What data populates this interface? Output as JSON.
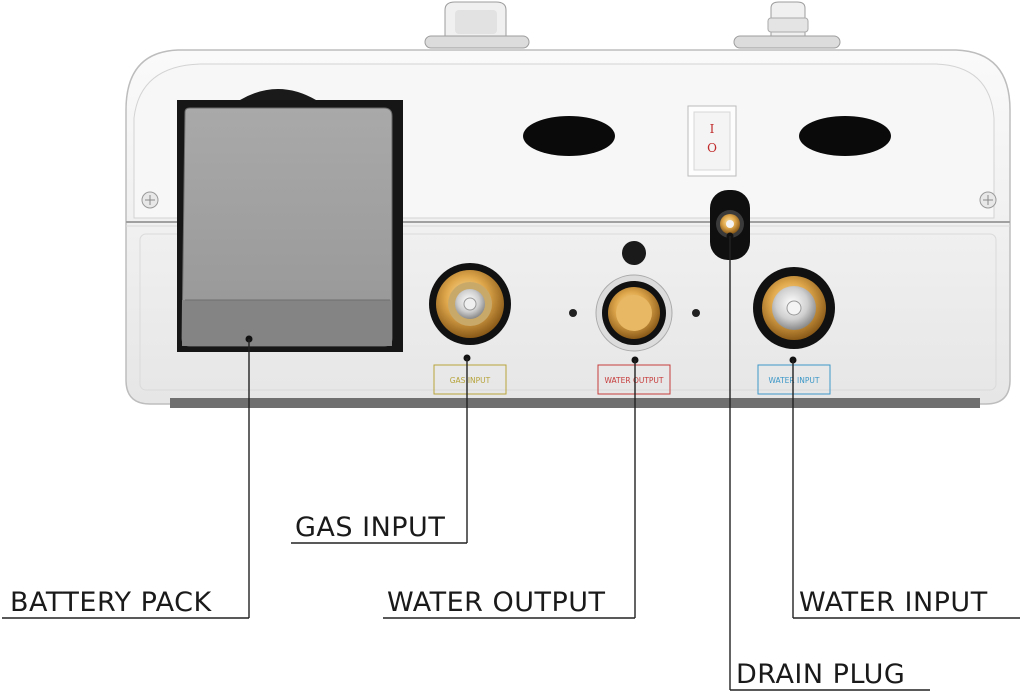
{
  "callouts": {
    "gas_input": "GAS INPUT",
    "battery_pack": "BATTERY PACK",
    "water_output": "WATER OUTPUT",
    "water_input": "WATER INPUT",
    "drain_plug": "DRAIN PLUG"
  },
  "port_labels": {
    "gas_input": "GAS INPUT",
    "water_output": "WATER OUTPUT",
    "water_input": "WATER INPUT"
  },
  "switch": {
    "on": "I",
    "off": "O"
  },
  "colors": {
    "gas_label": "#b7a43c",
    "water_output_label": "#c63b3b",
    "water_input_label": "#3d98c8",
    "housing": "#f2f2f2",
    "battery": "#8e8e8e",
    "brass": "#d4a24a"
  }
}
